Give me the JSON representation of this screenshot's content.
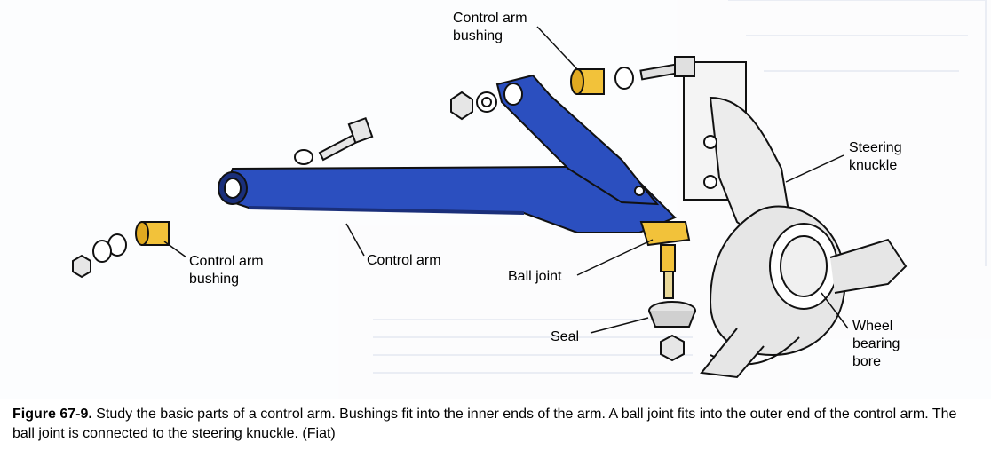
{
  "labels": {
    "control_arm_bushing_top": "Control arm\nbushing",
    "control_arm_bushing_left": "Control arm\nbushing",
    "control_arm": "Control arm",
    "ball_joint": "Ball joint",
    "seal": "Seal",
    "steering_knuckle": "Steering\nknuckle",
    "wheel_bearing_bore": "Wheel\nbearing\nbore"
  },
  "caption": {
    "figure_number": "Figure 67-9.",
    "text": " Study the basic parts of a control arm. Bushings fit into the inner ends of the arm. A ball joint fits into the outer end of the control arm. The ball joint is connected to the steering knuckle. (Fiat)"
  },
  "colors": {
    "arm_blue": "#2b4fbf",
    "arm_dark": "#1a2f7a",
    "bushing_yellow": "#f2c23a",
    "metal_gray": "#d9d9d9",
    "outline": "#111111",
    "faded_background": "#dfe4ef"
  }
}
